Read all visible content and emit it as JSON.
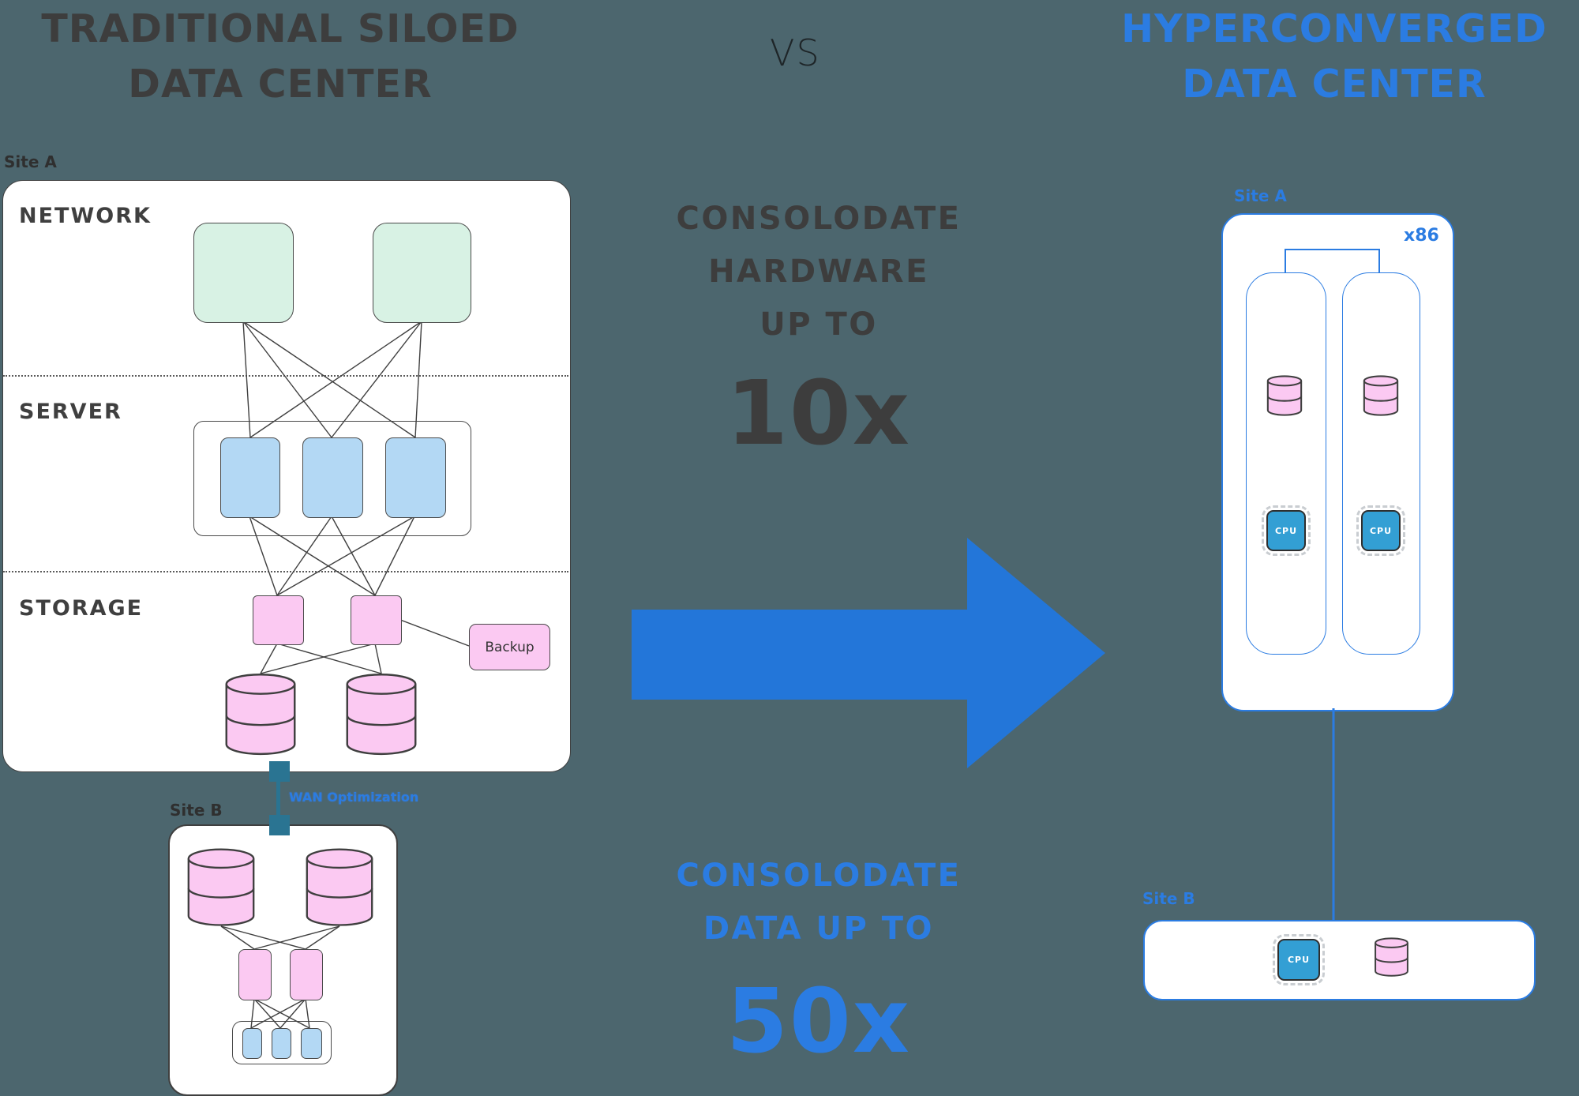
{
  "left": {
    "title_line1": "TRADITIONAL SILOED",
    "title_line2": "DATA CENTER",
    "site_a_label": "Site A",
    "network_label": "NETWORK",
    "server_label": "SERVER",
    "storage_label": "STORAGE",
    "backup_label": "Backup",
    "wan_label": "WAN Optimization",
    "site_b_label": "Site B"
  },
  "middle": {
    "vs_label": "VS",
    "hardware_line1": "CONSOLODATE",
    "hardware_line2": "HARDWARE",
    "hardware_line3": "UP TO",
    "hardware_value": "10x",
    "data_line1": "CONSOLODATE",
    "data_line2": "DATA UP TO",
    "data_value": "50x"
  },
  "right": {
    "title_line1": "HYPERCONVERGED",
    "title_line2": "DATA CENTER",
    "site_a_label": "Site A",
    "x86_label": "x86",
    "cpu_label_1": "CPU",
    "cpu_label_2": "CPU",
    "cpu_label_3": "CPU",
    "site_b_label": "Site B"
  },
  "colors": {
    "bg": "#4c666e",
    "dark": "#3d3d3d",
    "blue": "#2b7ce2",
    "arrow": "#2376d9",
    "mint": "#d8f2e4",
    "ltblue": "#b3d8f4",
    "pink": "#fbc9f2",
    "cyan": "#339fd4",
    "teal": "#2a7492"
  }
}
